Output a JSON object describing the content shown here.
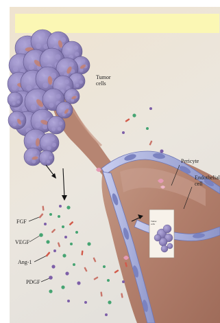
{
  "labels": {
    "tumor_cells": [
      "Tumor",
      "cells"
    ],
    "pericyte": "Pericyte",
    "endothelial_cell": [
      "Endothelial",
      "cell"
    ],
    "fgf": "FGF",
    "vegf": "VEGF",
    "ang1": "Ang-1",
    "pdgf": "PDGF",
    "inset_tumor_cells": [
      "Tumor",
      "cells"
    ]
  },
  "colors": {
    "banner": "#fbf7b4",
    "background_top": "#efe3cf",
    "background_bottom": "#e6e2dc",
    "tumor_cell": "#8e83bb",
    "tumor_nucleus": "#6c5f9d",
    "vessel": "#b98a78",
    "vessel_wall": "#a4abd8",
    "pericyte": "#e59ab4",
    "fgf": "#c9756a",
    "vegf": "#46a472",
    "ang1": "#d25a4a",
    "pdgf": "#7d5fa8"
  }
}
